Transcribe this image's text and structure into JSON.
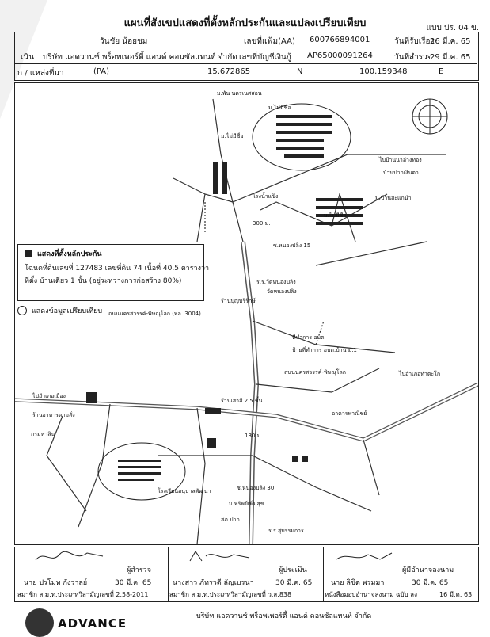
{
  "title": "แผนที่สังเขปแสดงที่ตั้งหลักประกันและแปลงเปรียบเทียบ",
  "form_no": "แบบ ปร. 04 ข.",
  "header": {
    "row1": {
      "owner": "วันชัย น้อยชม",
      "file_label": "เลขที่แฟ้ม(AA)",
      "file_value": "600766894001",
      "receive_label": "วันที่รับเรื่อง",
      "receive_date": "26 มี.ค. 65"
    },
    "row2": {
      "prefix": "เนิน",
      "company": "บริษัท แอดวานซ์ พร็อพเพอร์ตี้ แอนด์ คอนซัลแทนท์ จำกัด",
      "account_label": "เลขที่บัญชีเงินกู้",
      "account_value": "AP65000091264",
      "survey_label": "วันที่สำรวจ",
      "survey_date": "29 มี.ค. 65"
    },
    "row3": {
      "location_label": "ก / แหล่งที่มา",
      "pa": "(PA)",
      "lat": "15.672865",
      "n": "N",
      "lon": "100.159348",
      "e": "E"
    }
  },
  "legend": {
    "collateral_title": "แสดงที่ตั้งหลักประกัน",
    "line1": "โฉนดที่ดินเลขที่ 127483 เลขที่ดิน 74 เนื้อที่ 40.5 ตารางวา",
    "line2": "ที่ตั้ง บ้านเดี่ยว 1 ชั้น (อยู่ระหว่างการก่อสร้าง 80%)",
    "compare_title": "แสดงข้อมูลเปรียบเทียบ"
  },
  "map_labels": {
    "m1": "ม.พัน นครเนศสอน",
    "m2": "ม.ไม่มีชื่อ",
    "m3": "ม.ไม่มีชื่อ",
    "m4": "ม.ไม่มีชื่อ",
    "m5": "ไปบ้านนาอ่างทอง",
    "m6": "บ้านปากเงินตา",
    "m7": "ม.บ้านสะแกนำ",
    "m8": "โรงน้ำแข็ง",
    "m9": "ซ.หนองปลิง 15",
    "m10": "ถนนนครสวรรค์-พิษณุโลก (ทล. 3004)",
    "m11": "ร.ร.วัดหนองปลิง",
    "m12": "วัดหนองปลิง",
    "m13": "ร้านบุญบริรักษ์",
    "m14": "ที่ทำการ อบต.",
    "m15": "ป้ายที่ทำการ อบต.บ้าน ม.1",
    "m16": "ถนนนครสวรรค์-พิษณุโลก",
    "m17": "ไปอำเภอท่าตะโก",
    "m18": "ไปอำเภอเมือง",
    "m19": "ร้านอาหารตามสั่ง",
    "m20": "อาคารพาณิชย์",
    "m21": "ร้านเสาสี 2.5 ชั้น",
    "m22": "โรงเรียนอนุบาลพัฒนา",
    "m23": "ม.ทรัพย์เพิ่มสุข",
    "m24": "ซ.หนองปลิง 30",
    "m25": "ร.ร.สุบรรมการ",
    "m26": "130 ม.",
    "m27": "300 ม.",
    "m28": "กรมหาลิน",
    "m29": "สภ.ปาก"
  },
  "signatures": {
    "surveyor_role": "ผู้สำรวจ",
    "surveyor_name": "นาย ปรโมท กังวาลย์",
    "surveyor_date": "30 มี.ค. 65",
    "surveyor_member": "สมาชิก ส.ม.ท.ประเภทวิสามัญเลขที่ 2.58-2011",
    "reviewer_role": "ผู้ประเมิน",
    "reviewer_name": "นางสาว ภัทรวดี ลัญเบรนา",
    "reviewer_date": "30 มี.ค. 65",
    "reviewer_member": "สมาชิก ส.ม.ท.ประเภทวิสามัญเลขที่ ว.ส.838",
    "approver_role": "ผู้มีอำนาจลงนาม",
    "approver_name": "นาย ลิขิต พรมมา",
    "approver_date": "30 มี.ค. 65",
    "approver_note": "หนังสือมอบอำนาจลงนาม ฉบับ ลง",
    "approver_note_date": "16 มี.ค. 63"
  },
  "footer": {
    "logo_text": "ADVANCE",
    "company": "บริษัท แอดวานซ์ พร็อพเพอร์ตี้ แอนด์ คอนซัลแทนท์ จำกัด"
  }
}
